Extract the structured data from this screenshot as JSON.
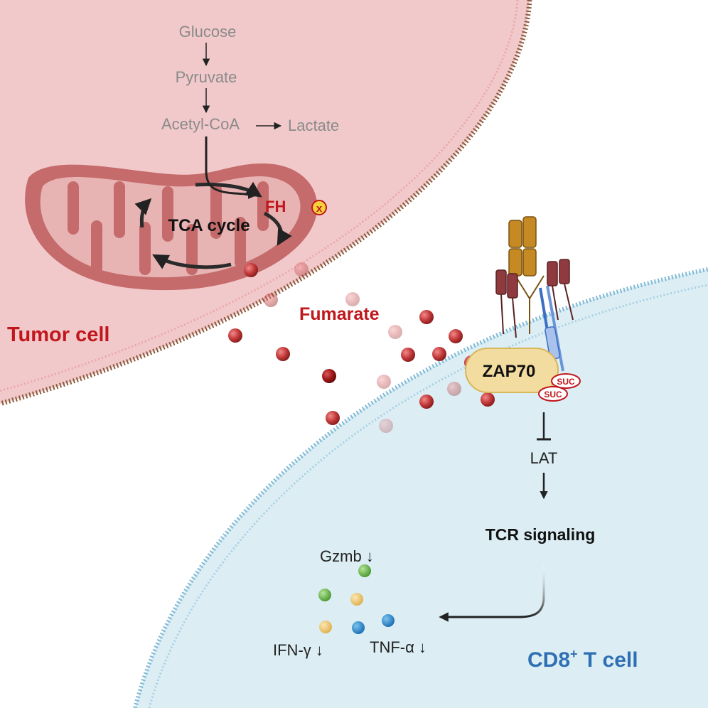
{
  "pathway": {
    "glucose": "Glucose",
    "pyruvate": "Pyruvate",
    "acetyl_coa": "Acetyl-CoA",
    "lactate": "Lactate"
  },
  "mitochondrion": {
    "enzyme": "FH",
    "cycle": "TCA cycle",
    "inhibit_mark": "x"
  },
  "tumor_cell": {
    "label": "Tumor cell"
  },
  "metabolite": {
    "label": "Fumarate"
  },
  "tcell": {
    "protein": "ZAP70",
    "modification_1": "SUC",
    "modification_2": "SUC",
    "lat": "LAT",
    "signaling": "TCR signaling",
    "label_main": "CD8",
    "label_sup": "+",
    "label_rest": " T cell"
  },
  "cytokines": {
    "gzmb": "Gzmb ↓",
    "ifng": "IFN-γ ↓",
    "tnfa": "TNF-α ↓"
  },
  "colors": {
    "tumor_fill": "#f2c9cb",
    "tumor_membrane": "#8b5a3c",
    "tcell_fill": "#dceef4",
    "tcell_membrane": "#7fb9d6",
    "mito_outer": "#c56b6b",
    "mito_inner": "#e7b3b3",
    "fumarate_red": "#b32020",
    "label_red": "#c0161c",
    "label_blue": "#2f6fb3",
    "zap70_fill": "#f3dca0",
    "receptor_gold": "#c58a24",
    "receptor_maroon": "#8e3a3f",
    "receptor_blue": "#3b6fc4"
  }
}
